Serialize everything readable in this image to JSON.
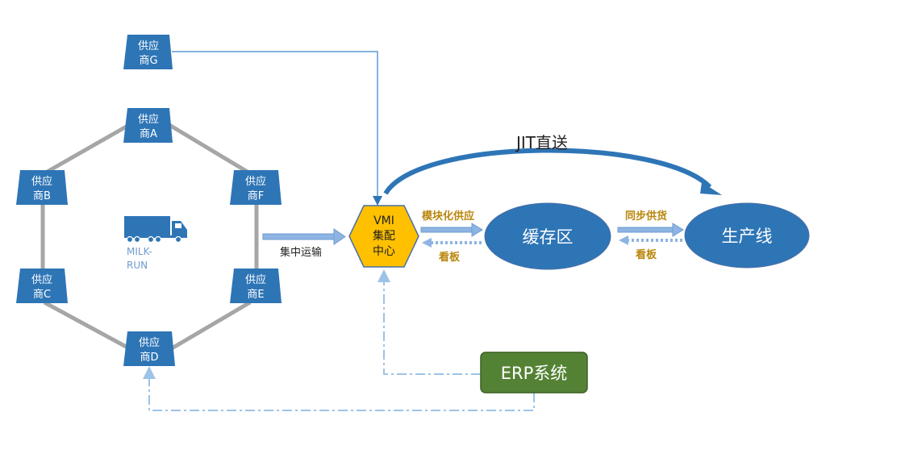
{
  "colors": {
    "supplier_fill": "#2e75b6",
    "ring_line": "#a6a6a6",
    "hub_fill": "#ffc000",
    "ellipse_fill": "#2e75b6",
    "erp_fill": "#548235",
    "arrow_fill": "#8eb4e3",
    "dashed_line": "#9dc3e6",
    "label_gold": "#b8860b"
  },
  "suppliers": {
    "g": {
      "line1": "供应",
      "line2": "商G"
    },
    "a": {
      "line1": "供应",
      "line2": "商A"
    },
    "b": {
      "line1": "供应",
      "line2": "商B"
    },
    "f": {
      "line1": "供应",
      "line2": "商F"
    },
    "c": {
      "line1": "供应",
      "line2": "商C"
    },
    "e": {
      "line1": "供应",
      "line2": "商E"
    },
    "d": {
      "line1": "供应",
      "line2": "商D"
    }
  },
  "milk_run": {
    "line1": "MILK-",
    "line2": "RUN",
    "icon": "truck-icon"
  },
  "transport_label": "集中运输",
  "hub": {
    "line1": "VMI",
    "line2": "集配",
    "line3": "中心"
  },
  "jit_label": "JIT直送",
  "modular_label": "模块化供应",
  "kanban_label_1": "看板",
  "buffer_label": "缓存区",
  "sync_label": "同步供货",
  "kanban_label_2": "看板",
  "production_label": "生产线",
  "erp_label": "ERP系统"
}
